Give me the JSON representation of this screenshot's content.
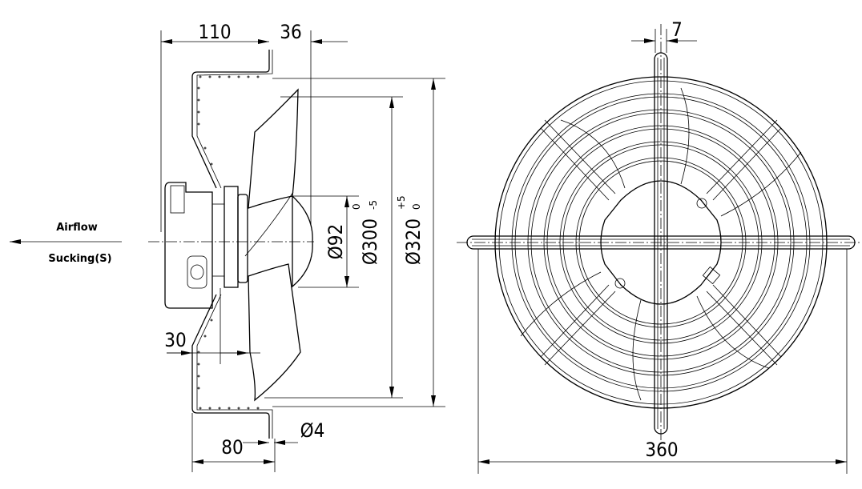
{
  "airflow": {
    "label": "Airflow",
    "mode": "Sucking(S)"
  },
  "side_view": {
    "depth_total": "110",
    "depth_front": "36",
    "hub_dia": "Ø92",
    "blade_dia": "Ø300",
    "blade_tol_upper": "0",
    "blade_tol_lower": "-5",
    "ring_dia": "Ø320",
    "ring_tol_upper": "+5",
    "ring_tol_lower": "0",
    "blade_offset": "30",
    "ring_depth": "80",
    "wire_dia": "Ø4"
  },
  "front_view": {
    "bar_width": "7",
    "overall_width": "360"
  }
}
